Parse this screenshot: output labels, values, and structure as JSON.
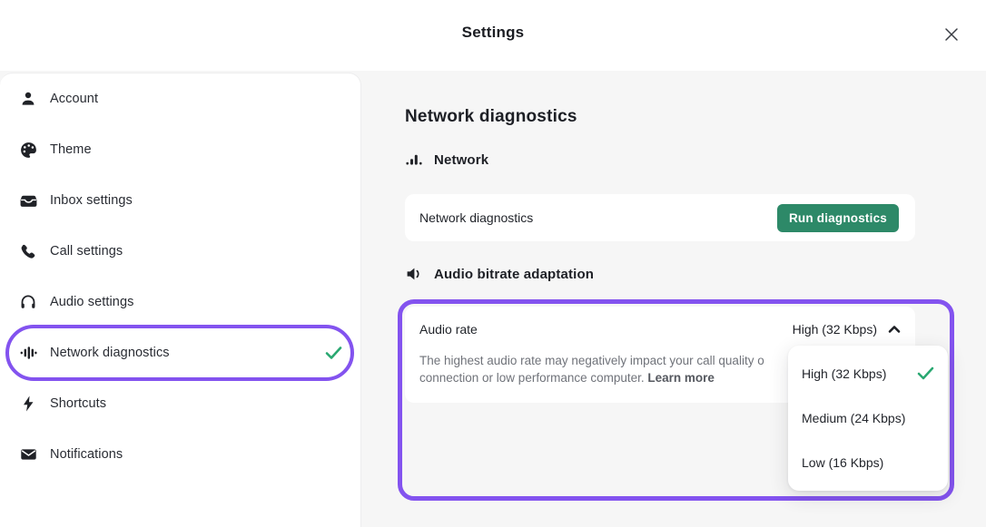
{
  "header": {
    "title": "Settings"
  },
  "sidebar": {
    "items": [
      {
        "label": "Account"
      },
      {
        "label": "Theme"
      },
      {
        "label": "Inbox settings"
      },
      {
        "label": "Call settings"
      },
      {
        "label": "Audio settings"
      },
      {
        "label": "Network diagnostics",
        "active": true,
        "checked": true
      },
      {
        "label": "Shortcuts"
      },
      {
        "label": "Notifications"
      }
    ]
  },
  "main": {
    "page_title": "Network diagnostics",
    "network_section": {
      "title": "Network",
      "card_label": "Network diagnostics",
      "run_button_label": "Run diagnostics"
    },
    "audio_section": {
      "title": "Audio bitrate adaptation",
      "card_label": "Audio rate",
      "selected_value": "High (32 Kbps)",
      "description_line1": "The highest audio rate may negatively impact your call quality o",
      "description_line2": "connection or low performance computer. ",
      "learn_more_label": "Learn more",
      "dropdown_options": [
        {
          "label": "High (32 Kbps)",
          "selected": true
        },
        {
          "label": "Medium (24 Kbps)",
          "selected": false
        },
        {
          "label": "Low (16 Kbps)",
          "selected": false
        }
      ]
    }
  },
  "colors": {
    "accent_purple": "#8353ef",
    "button_green": "#2d8968",
    "check_green": "#29a871",
    "page_background": "#f6f6f6"
  }
}
